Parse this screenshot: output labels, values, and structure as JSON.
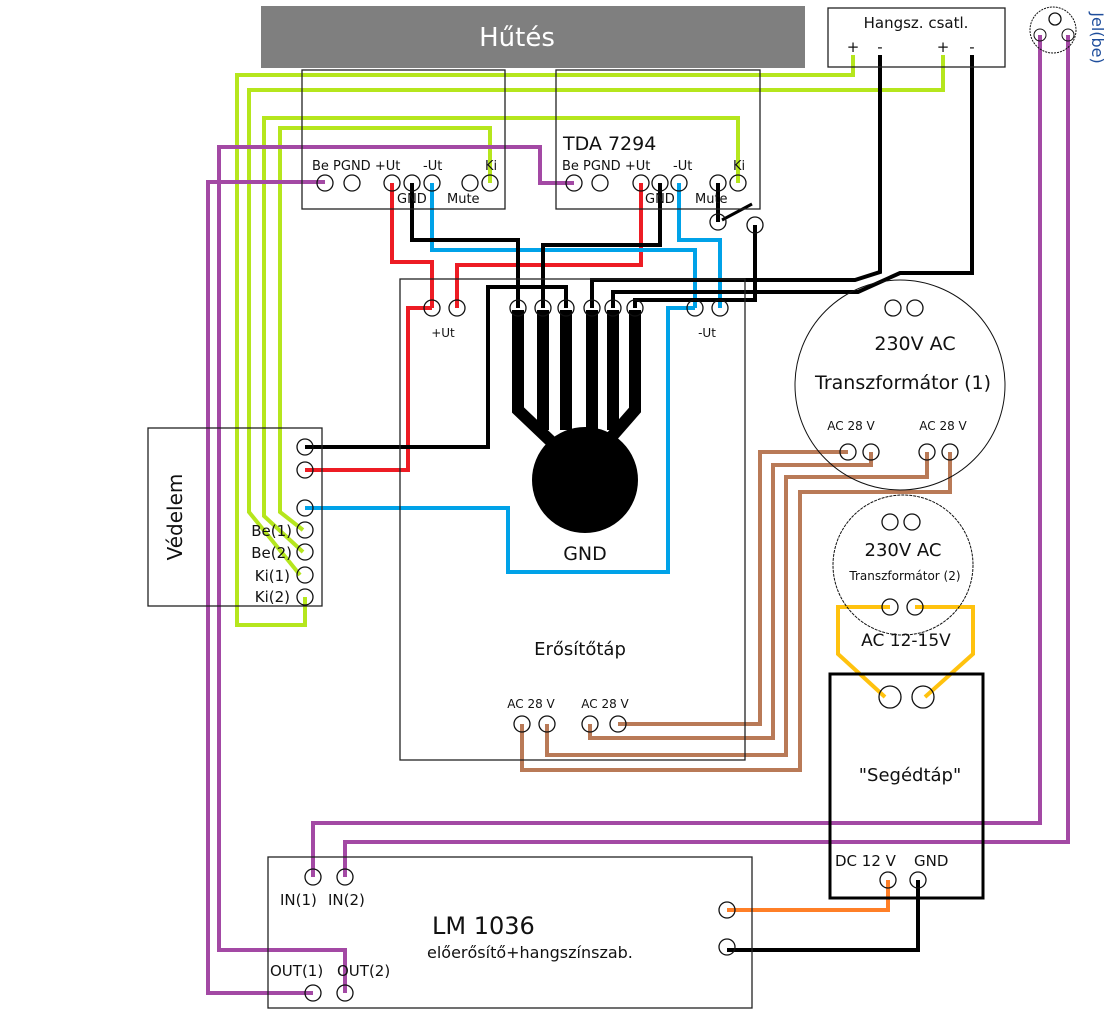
{
  "cooling": {
    "label": "Hűtés"
  },
  "speaker_connector": {
    "title": "Hangsz. csatl.",
    "terminals": [
      "+",
      "-",
      "+",
      "-"
    ]
  },
  "signal_input": {
    "label": "Jel(be)"
  },
  "amplifier_module": {
    "title": "TDA 7294",
    "pin_labels_top": "Be PGND +Ut",
    "neg_supply": "-Ut",
    "output": "Ki",
    "ground": "GND",
    "mute": "Mute"
  },
  "power_supply": {
    "title": "Erősítőtáp",
    "pos_label": "+Ut",
    "neg_label": "-Ut",
    "ground_label": "GND",
    "ac_inputs": [
      "AC 28 V",
      "AC 28 V"
    ]
  },
  "protection": {
    "title": "Védelem",
    "pins": [
      "Be(1)",
      "Be(2)",
      "Ki(1)",
      "Ki(2)"
    ]
  },
  "transformer1": {
    "voltage": "230V AC",
    "name": "Transzformátor (1)",
    "outputs": [
      "AC 28 V",
      "AC 28 V"
    ]
  },
  "transformer2": {
    "voltage": "230V AC",
    "name": "Transzformátor (2)",
    "output": "AC 12-15V"
  },
  "aux_supply": {
    "title": "\"Segédtáp\"",
    "dc_label": "DC 12 V",
    "gnd_label": "GND"
  },
  "preamp": {
    "title": "LM 1036",
    "subtitle": "előerősítő+hangszínszab.",
    "inputs": [
      "IN(1)",
      "IN(2)"
    ],
    "outputs": [
      "OUT(1)",
      "OUT(2)"
    ]
  },
  "colors": {
    "signal": "#a349a4",
    "speaker": "#b5e61d",
    "positive": "#ed1c24",
    "negative": "#00a2e8",
    "ground": "#000000",
    "ac28": "#b97a57",
    "ac12": "#ffc20e",
    "dc12": "#ff7f27",
    "cooling": "#7f7f7f"
  }
}
